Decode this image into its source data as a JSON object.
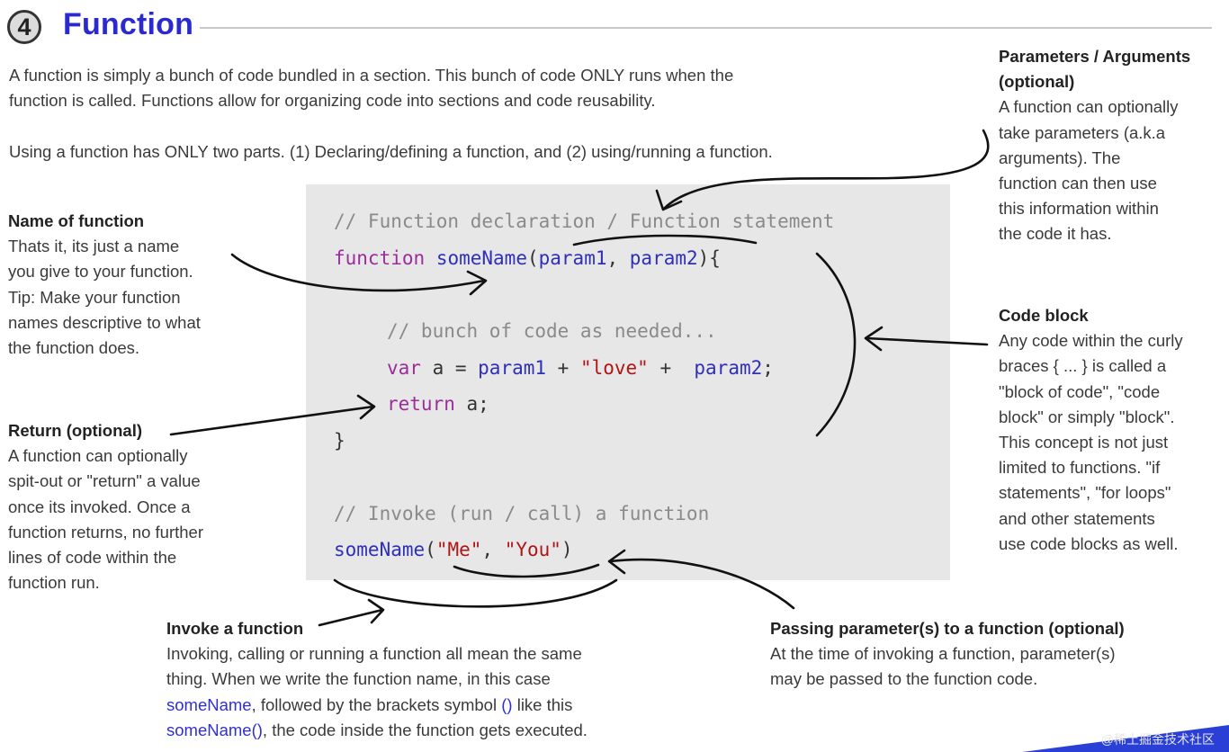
{
  "header": {
    "number": "4",
    "title": "Function"
  },
  "intro": {
    "p1_line1": "A function is simply a bunch of code bundled in a section. This bunch of code ONLY runs when the",
    "p1_line2": "function is called. Functions allow for organizing code into sections and code reusability.",
    "p2": "Using a function has ONLY two parts. (1) Declaring/defining a function, and (2) using/running a function."
  },
  "code": {
    "comment_decl": "// Function declaration / Function statement",
    "kw_function": "function",
    "fn_name": "someName",
    "open_paren": "(",
    "param1": "param1",
    "comma": ", ",
    "param2": "param2",
    "close_brace_open": "){",
    "comment_body": "// bunch of code as needed...",
    "kw_var": "var",
    "var_rest1": " a = ",
    "v_param1": "param1",
    "plus1": " + ",
    "str_love": "\"love\"",
    "plus2": " +  ",
    "v_param2": "param2",
    "semi": ";",
    "kw_return": "return",
    "return_rest": " a;",
    "close_brace": "}",
    "comment_invoke": "// Invoke (run / call) a function",
    "call_name": "someName",
    "call_open": "(",
    "str_me": "\"Me\"",
    "call_comma": ", ",
    "str_you": "\"You\"",
    "call_close": ")"
  },
  "annotations": {
    "name_of_function": {
      "heading": "Name of function",
      "lines": [
        "Thats it, its just a name",
        "you give to your function.",
        "Tip: Make your function",
        "names descriptive to what",
        "the function does."
      ]
    },
    "return": {
      "heading": "Return (optional)",
      "lines": [
        "A function can optionally",
        "spit-out or \"return\" a value",
        "once its invoked. Once a",
        "function returns, no further",
        "lines of code within the",
        "function run."
      ]
    },
    "parameters": {
      "heading_line1": "Parameters / Arguments",
      "heading_line2": "(optional)",
      "lines": [
        "A function can optionally",
        "take parameters (a.k.a",
        "arguments). The",
        "function can then use",
        "this information within",
        "the code it has."
      ]
    },
    "code_block": {
      "heading": "Code block",
      "lines": [
        "Any code within the curly",
        "braces { ... } is called a",
        "\"block of code\", \"code",
        "block\" or simply \"block\".",
        "This concept is not just",
        "limited to functions. \"if",
        "statements\", \"for loops\"",
        "and other statements",
        "use code blocks as well."
      ]
    },
    "invoke": {
      "heading": "Invoke a function",
      "line1": "Invoking, calling or running a function all mean the same",
      "line2": "thing. When we write the function name, in this case",
      "line3_blue": "someName",
      "line3_rest": ", followed by the brackets symbol ",
      "line3_brackets": "()",
      "line3_end": " like this",
      "line4_blue": "someName()",
      "line4_rest": ", the code inside the function gets executed."
    },
    "passing": {
      "heading": "Passing parameter(s) to a function (optional)",
      "lines": [
        "At the time of invoking a function, parameter(s)",
        "may be passed to the function code."
      ]
    }
  },
  "watermark": "@稀土掘金技术社区",
  "colors": {
    "title": "#2a2ad0",
    "keyword": "#9b2d9b",
    "function_name": "#2f2fb8",
    "string": "#b01414",
    "comment": "#8a8a8a",
    "code_bg": "#e7e7e7",
    "corner": "#2a3fd6"
  }
}
